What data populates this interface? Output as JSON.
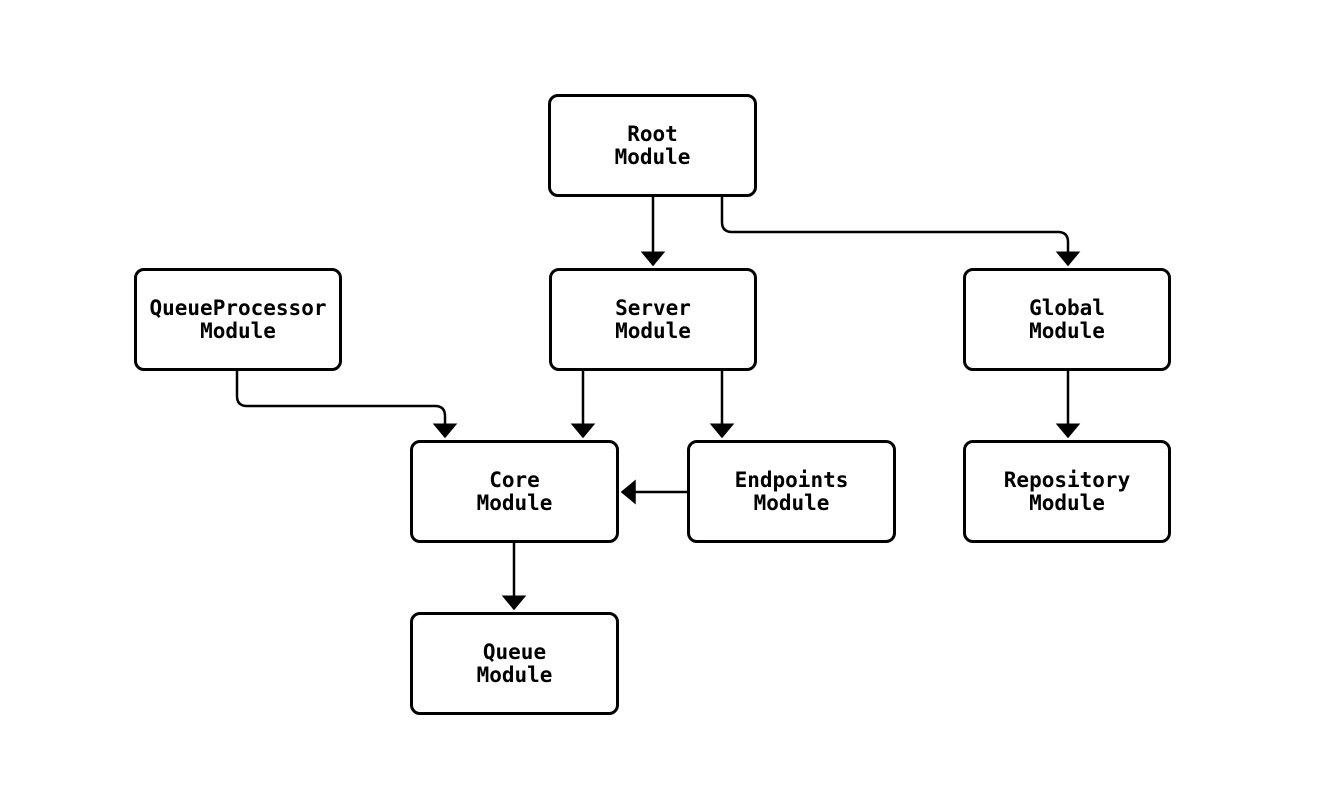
{
  "diagram": {
    "type": "flowchart",
    "colors": {
      "stroke": "#000000",
      "background": "#ffffff",
      "node_fill": "#ffffff",
      "text": "#000000"
    },
    "nodes": {
      "root": {
        "label": "Root\nModule"
      },
      "queueProcessor": {
        "label": "QueueProcessor\nModule"
      },
      "server": {
        "label": "Server\nModule"
      },
      "global": {
        "label": "Global\nModule"
      },
      "core": {
        "label": "Core\nModule"
      },
      "endpoints": {
        "label": "Endpoints\nModule"
      },
      "repository": {
        "label": "Repository\nModule"
      },
      "queue": {
        "label": "Queue\nModule"
      }
    },
    "edges": [
      {
        "from": "Root Module",
        "to": "Server Module"
      },
      {
        "from": "Root Module",
        "to": "Global Module"
      },
      {
        "from": "QueueProcessor Module",
        "to": "Core Module"
      },
      {
        "from": "Server Module",
        "to": "Core Module"
      },
      {
        "from": "Server Module",
        "to": "Endpoints Module"
      },
      {
        "from": "Global Module",
        "to": "Repository Module"
      },
      {
        "from": "Endpoints Module",
        "to": "Core Module"
      },
      {
        "from": "Core Module",
        "to": "Queue Module"
      }
    ]
  }
}
